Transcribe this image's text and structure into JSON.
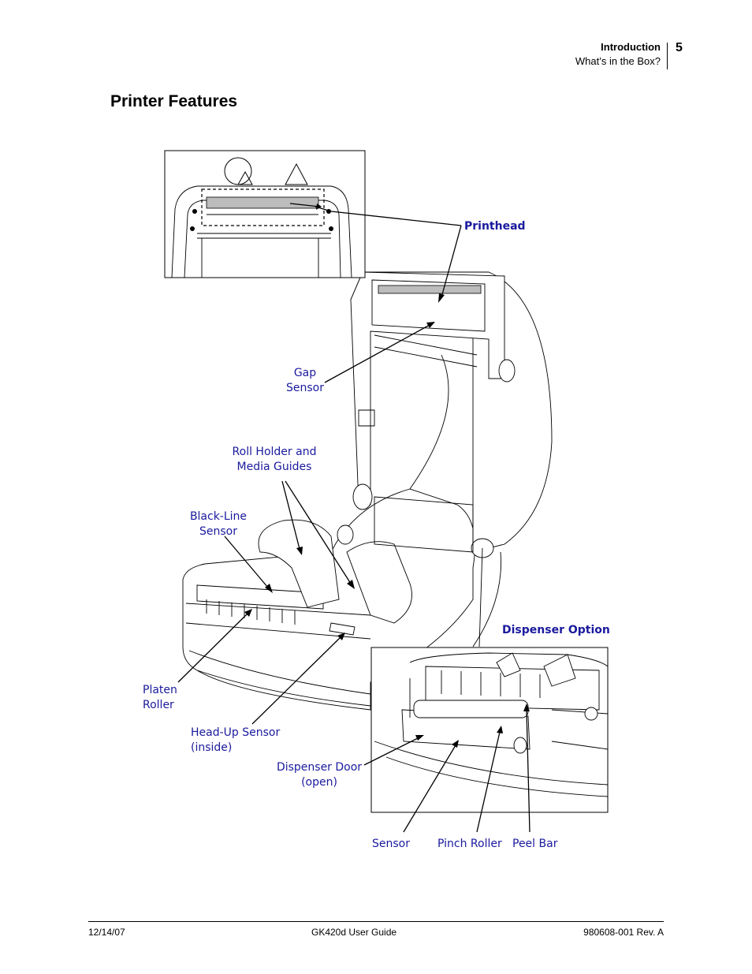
{
  "header": {
    "section": "Introduction",
    "subsection": "What’s in the Box?",
    "page_number": "5"
  },
  "title": "Printer Features",
  "labels": {
    "printhead": "Printhead",
    "gap_sensor": [
      "Gap",
      "Sensor"
    ],
    "roll_holder": [
      "Roll Holder and",
      "Media Guides"
    ],
    "black_line_sensor": [
      "Black-Line",
      "Sensor"
    ],
    "platen_roller": [
      "Platen",
      "Roller"
    ],
    "head_up_sensor": [
      "Head-Up Sensor",
      "(inside)"
    ],
    "dispenser_option": "Dispenser Option",
    "dispenser_door": [
      "Dispenser Door",
      "(open)"
    ],
    "sensor": "Sensor",
    "pinch_roller": "Pinch Roller",
    "peel_bar": "Peel Bar"
  },
  "footer": {
    "date": "12/14/07",
    "guide": "GK420d User Guide",
    "revision": "980608-001 Rev. A"
  },
  "colors": {
    "label": "#1a1a9e",
    "line": "#000000"
  }
}
